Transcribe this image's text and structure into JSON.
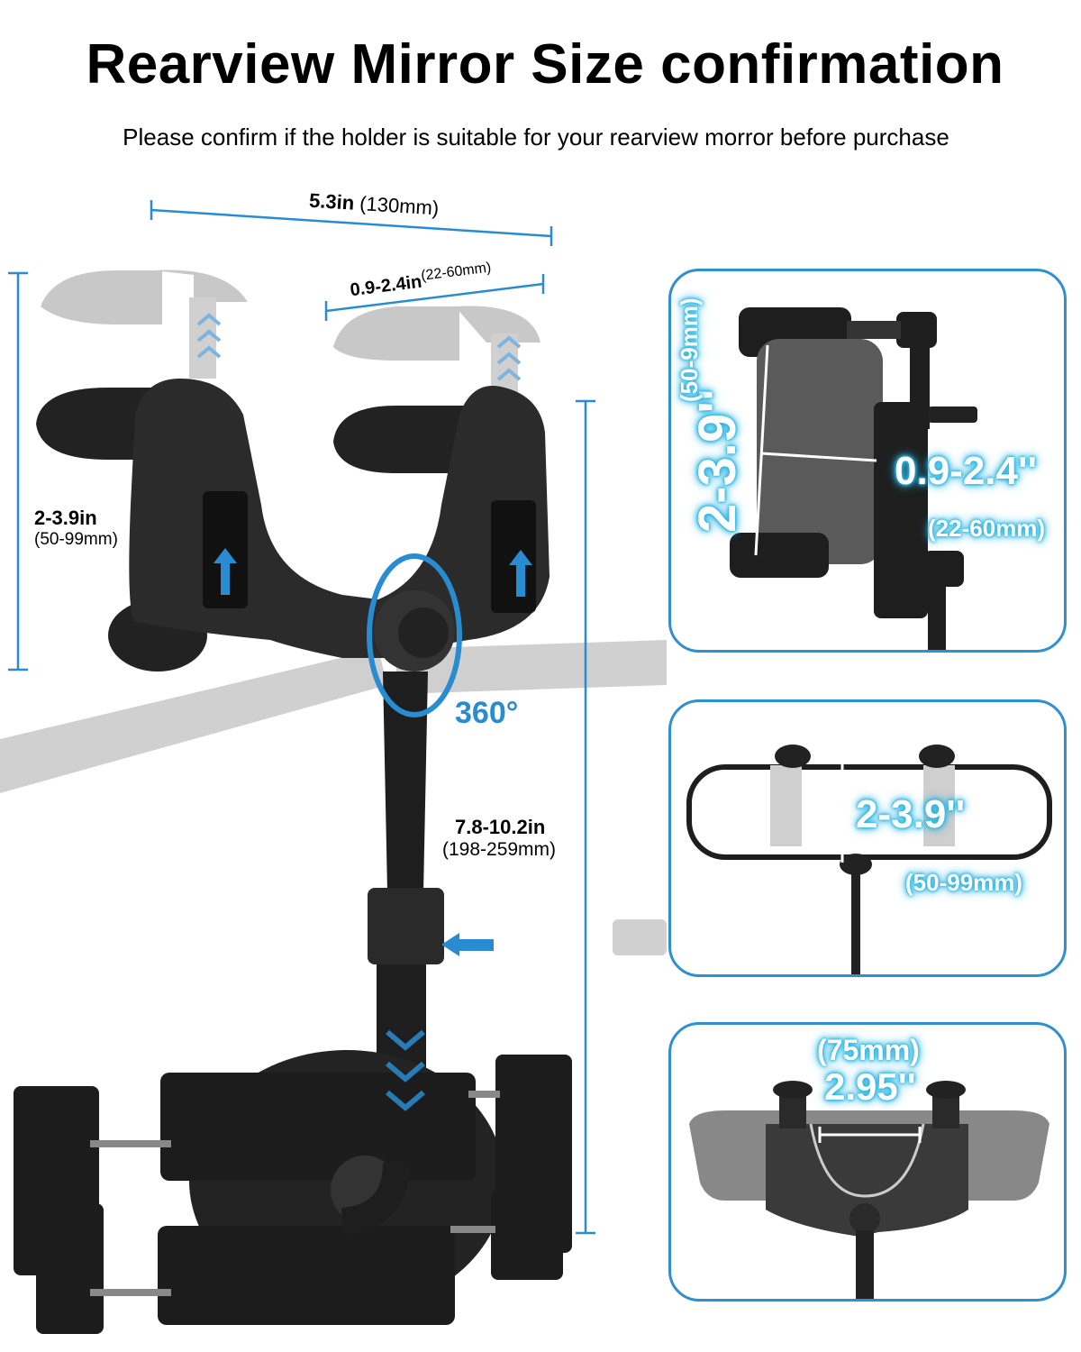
{
  "header": {
    "title": "Rearview Mirror Size confirmation",
    "subtitle": "Please confirm if the holder is suitable for your rearview morror before purchase"
  },
  "main_dimensions": {
    "width_value": "5.3in",
    "width_metric": "(130mm)",
    "clamp_depth_value": "0.9-2.4in",
    "clamp_depth_metric": "(22-60mm)",
    "clamp_height_value": "2-3.9in",
    "clamp_height_metric": "(50-99mm)",
    "rotation": "360°",
    "arm_length_value": "7.8-10.2in",
    "arm_length_metric": "(198-259mm)"
  },
  "panels": [
    {
      "height_value": "2-3.9''",
      "height_metric": "(50-9mm)",
      "depth_value": "0.9-2.4''",
      "depth_metric": "(22-60mm)"
    },
    {
      "height_value": "2-3.9''",
      "height_metric": "(50-99mm)"
    },
    {
      "width_metric": "(75mm)",
      "width_value": "2.95''"
    }
  ],
  "colors": {
    "accent": "#2a8cd0",
    "panel_border": "#2f8fcf",
    "glow": "#29b4e0",
    "product": "#1e1e1e"
  }
}
